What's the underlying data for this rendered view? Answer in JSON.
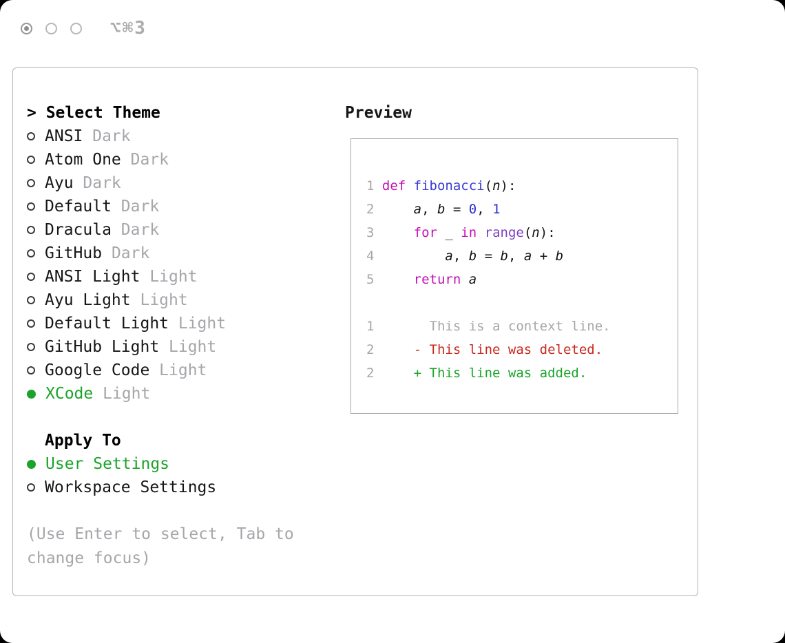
{
  "titlebar": {
    "shortcut": "⌥⌘3"
  },
  "theme_list": {
    "title": "> Select Theme",
    "items": [
      {
        "name": "ANSI",
        "variant": "Dark",
        "selected": false
      },
      {
        "name": "Atom One",
        "variant": "Dark",
        "selected": false
      },
      {
        "name": "Ayu",
        "variant": "Dark",
        "selected": false
      },
      {
        "name": "Default",
        "variant": "Dark",
        "selected": false
      },
      {
        "name": "Dracula",
        "variant": "Dark",
        "selected": false
      },
      {
        "name": "GitHub",
        "variant": "Dark",
        "selected": false
      },
      {
        "name": "ANSI Light",
        "variant": "Light",
        "selected": false
      },
      {
        "name": "Ayu Light",
        "variant": "Light",
        "selected": false
      },
      {
        "name": "Default Light",
        "variant": "Light",
        "selected": false
      },
      {
        "name": "GitHub Light",
        "variant": "Light",
        "selected": false
      },
      {
        "name": "Google Code",
        "variant": "Light",
        "selected": false
      },
      {
        "name": "XCode",
        "variant": "Light",
        "selected": true
      }
    ]
  },
  "apply_to": {
    "title": "Apply To",
    "options": [
      {
        "label": "User Settings",
        "selected": true
      },
      {
        "label": "Workspace Settings",
        "selected": false
      }
    ]
  },
  "hint": "(Use Enter to select, Tab to change focus)",
  "preview": {
    "title": "Preview",
    "code_lines": [
      {
        "num": "1",
        "tokens": [
          {
            "t": "def",
            "c": "kw"
          },
          {
            "t": " "
          },
          {
            "t": "fibonacci",
            "c": "fn"
          },
          {
            "t": "("
          },
          {
            "t": "n",
            "c": "var"
          },
          {
            "t": "):"
          }
        ]
      },
      {
        "num": "2",
        "tokens": [
          {
            "t": "    "
          },
          {
            "t": "a",
            "c": "var"
          },
          {
            "t": ", "
          },
          {
            "t": "b",
            "c": "var"
          },
          {
            "t": " = "
          },
          {
            "t": "0",
            "c": "num"
          },
          {
            "t": ", "
          },
          {
            "t": "1",
            "c": "num"
          }
        ]
      },
      {
        "num": "3",
        "tokens": [
          {
            "t": "    "
          },
          {
            "t": "for",
            "c": "kw"
          },
          {
            "t": " _ "
          },
          {
            "t": "in",
            "c": "kw"
          },
          {
            "t": " "
          },
          {
            "t": "range",
            "c": "builtin"
          },
          {
            "t": "("
          },
          {
            "t": "n",
            "c": "var"
          },
          {
            "t": "):"
          }
        ]
      },
      {
        "num": "4",
        "tokens": [
          {
            "t": "        "
          },
          {
            "t": "a",
            "c": "var"
          },
          {
            "t": ", "
          },
          {
            "t": "b",
            "c": "var"
          },
          {
            "t": " = "
          },
          {
            "t": "b",
            "c": "var"
          },
          {
            "t": ", "
          },
          {
            "t": "a",
            "c": "var"
          },
          {
            "t": " + "
          },
          {
            "t": "b",
            "c": "var"
          }
        ]
      },
      {
        "num": "5",
        "tokens": [
          {
            "t": "    "
          },
          {
            "t": "return",
            "c": "kw"
          },
          {
            "t": " "
          },
          {
            "t": "a",
            "c": "var"
          }
        ]
      }
    ],
    "diff_lines": [
      {
        "num": "1",
        "text": "      This is a context line.",
        "kind": "context"
      },
      {
        "num": "2",
        "text": "    - This line was deleted.",
        "kind": "deleted"
      },
      {
        "num": "2",
        "text": "    + This line was added.",
        "kind": "added"
      }
    ]
  },
  "colors": {
    "green": "#1BA42A",
    "kw": "#C211B6",
    "fn": "#3A3AD6",
    "builtin": "#7E3FBF",
    "num": "#2929D9",
    "muted": "#A6A6AB",
    "red": "#C9271C",
    "text": "#161616",
    "border": "#ACB2BA"
  }
}
